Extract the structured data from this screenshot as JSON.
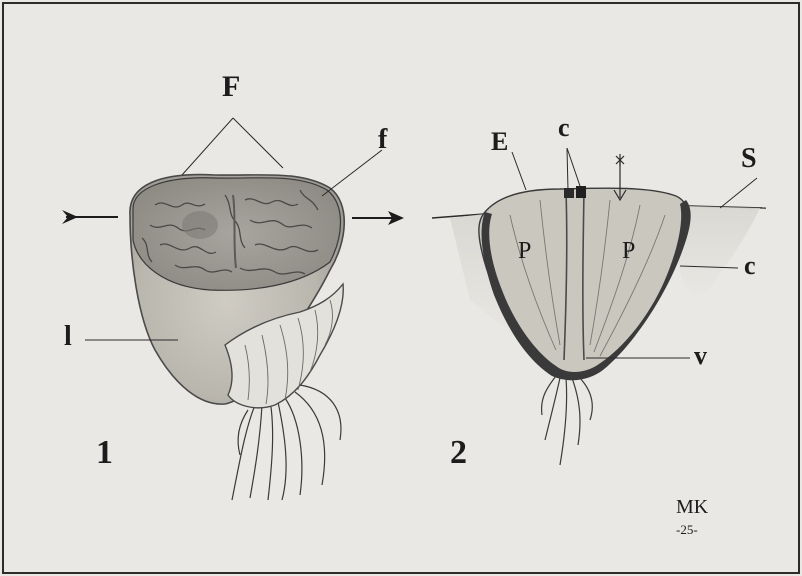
{
  "plate": {
    "fig1": {
      "number": "1",
      "label_top": "F",
      "label_window": "f",
      "label_side": "l"
    },
    "fig2": {
      "number": "2",
      "label_epidermis": "E",
      "label_top_c": "c",
      "label_side_c": "c",
      "label_soil": "S",
      "label_vessel": "v",
      "label_pulp_left": "P",
      "label_pulp_right": "P"
    },
    "monogram": "MK",
    "monogram_number": "-25-"
  },
  "colors": {
    "paper": "#e9e8e4",
    "ink": "#1c1c1c",
    "flesh": "#c9c6bd",
    "dark_band": "#3a3a3a"
  }
}
